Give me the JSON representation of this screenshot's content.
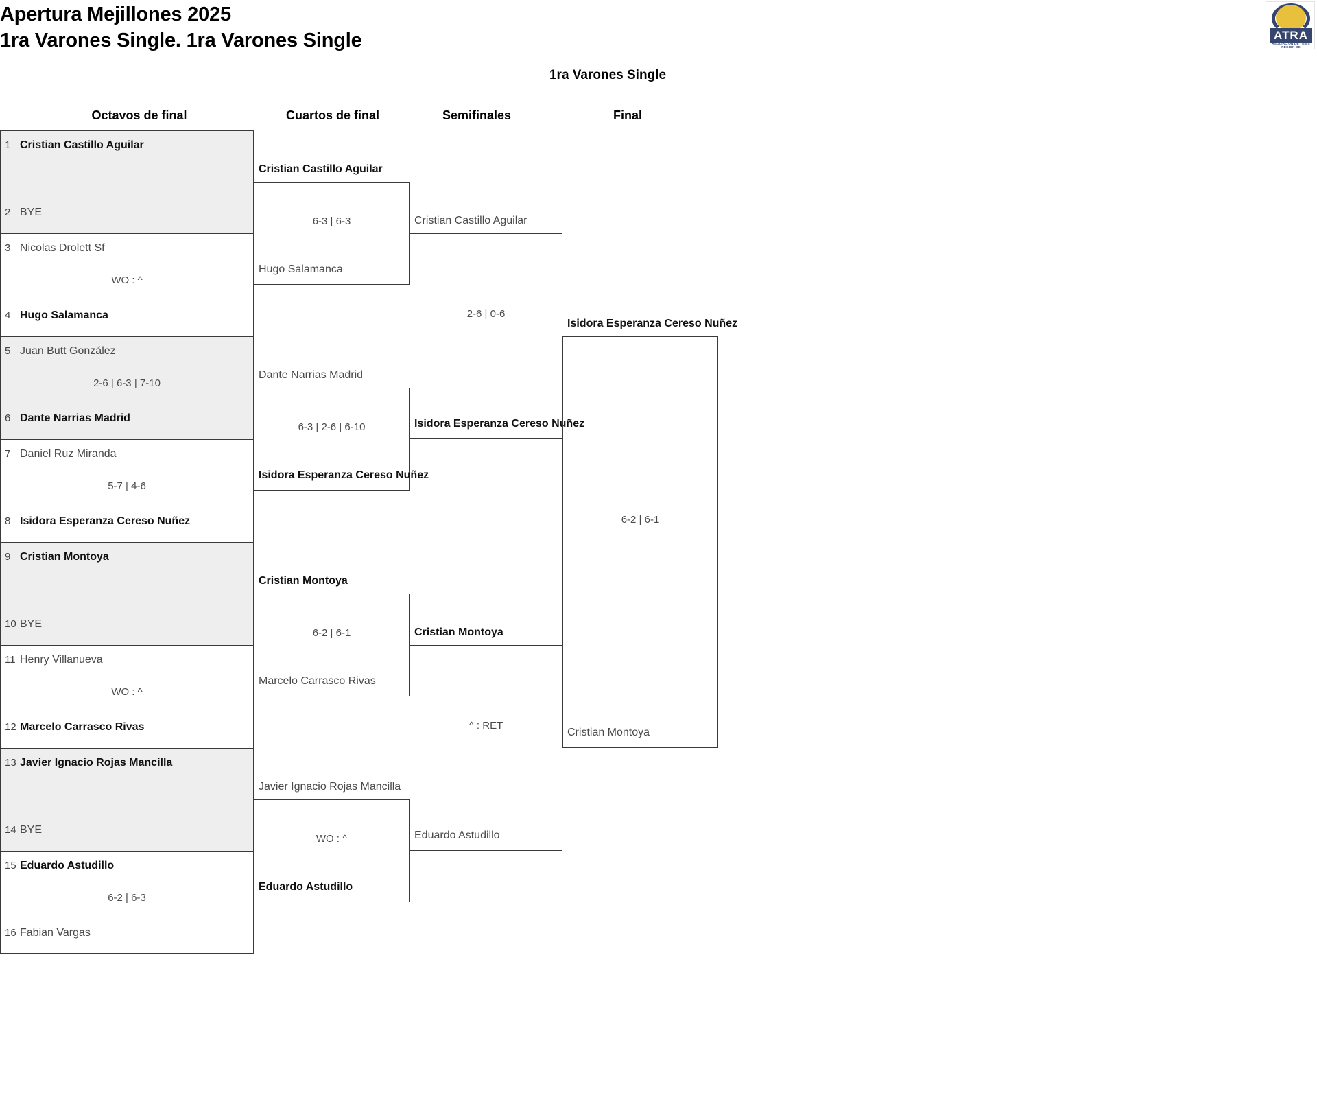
{
  "header": {
    "title_line1": "Apertura Mejillones 2025",
    "title_line2": "1ra Varones Single. 1ra Varones Single",
    "bracket_title": "1ra Varones Single",
    "logo": {
      "name": "atra-logo",
      "main_text": "ATRA",
      "sub_text": "ASOCIACION DE TENIS REGION DE ANTOFAGASTA"
    }
  },
  "rounds": [
    {
      "label": "Octavos de final"
    },
    {
      "label": "Cuartos de final"
    },
    {
      "label": "Semifinales"
    },
    {
      "label": "Final"
    }
  ],
  "round1": [
    {
      "shaded": true,
      "top": {
        "seed": "1",
        "name": "Cristian Castillo Aguilar",
        "winner": true
      },
      "bottom": {
        "seed": "2",
        "name": "BYE",
        "winner": false
      },
      "score": ""
    },
    {
      "shaded": false,
      "top": {
        "seed": "3",
        "name": "Nicolas Drolett Sf",
        "winner": false
      },
      "bottom": {
        "seed": "4",
        "name": "Hugo Salamanca",
        "winner": true
      },
      "score": "WO : ^"
    },
    {
      "shaded": true,
      "top": {
        "seed": "5",
        "name": "Juan Butt González",
        "winner": false
      },
      "bottom": {
        "seed": "6",
        "name": "Dante Narrias Madrid",
        "winner": true
      },
      "score": "2-6 | 6-3 | 7-10"
    },
    {
      "shaded": false,
      "top": {
        "seed": "7",
        "name": "Daniel Ruz Miranda",
        "winner": false
      },
      "bottom": {
        "seed": "8",
        "name": "Isidora Esperanza Cereso Nuñez",
        "winner": true
      },
      "score": "5-7 | 4-6"
    },
    {
      "shaded": true,
      "top": {
        "seed": "9",
        "name": "Cristian Montoya",
        "winner": true
      },
      "bottom": {
        "seed": "10",
        "name": "BYE",
        "winner": false
      },
      "score": ""
    },
    {
      "shaded": false,
      "top": {
        "seed": "11",
        "name": "Henry Villanueva",
        "winner": false
      },
      "bottom": {
        "seed": "12",
        "name": "Marcelo Carrasco Rivas",
        "winner": true
      },
      "score": "WO : ^"
    },
    {
      "shaded": true,
      "top": {
        "seed": "13",
        "name": "Javier Ignacio Rojas Mancilla",
        "winner": true
      },
      "bottom": {
        "seed": "14",
        "name": "BYE",
        "winner": false
      },
      "score": ""
    },
    {
      "shaded": false,
      "top": {
        "seed": "15",
        "name": "Eduardo Astudillo",
        "winner": true
      },
      "bottom": {
        "seed": "16",
        "name": "Fabian Vargas",
        "winner": false
      },
      "score": "6-2 | 6-3"
    }
  ],
  "round2": [
    {
      "top": "Cristian Castillo Aguilar",
      "top_winner": true,
      "bottom": "Hugo Salamanca",
      "bottom_winner": false,
      "score": "6-3 | 6-3"
    },
    {
      "top": "Dante Narrias Madrid",
      "top_winner": false,
      "bottom": "Isidora Esperanza Cereso Nuñez",
      "bottom_winner": true,
      "score": "6-3 | 2-6 | 6-10"
    },
    {
      "top": "Cristian Montoya",
      "top_winner": true,
      "bottom": "Marcelo Carrasco Rivas",
      "bottom_winner": false,
      "score": "6-2 | 6-1"
    },
    {
      "top": "Javier Ignacio Rojas Mancilla",
      "top_winner": false,
      "bottom": "Eduardo Astudillo",
      "bottom_winner": true,
      "score": "WO : ^"
    }
  ],
  "round3": [
    {
      "top": "Cristian Castillo Aguilar",
      "top_winner": false,
      "bottom": "Isidora Esperanza Cereso Nuñez",
      "bottom_winner": true,
      "score": "2-6 | 0-6"
    },
    {
      "top": "Cristian Montoya",
      "top_winner": true,
      "bottom": "Eduardo Astudillo",
      "bottom_winner": false,
      "score": "^ : RET"
    }
  ],
  "round4": [
    {
      "top": "Isidora Esperanza Cereso Nuñez",
      "top_winner": true,
      "bottom": "Cristian Montoya",
      "bottom_winner": false,
      "score": "6-2 | 6-1"
    }
  ],
  "colors": {
    "shade": "#eeeeee",
    "line": "#3a3a3a",
    "winner_text": "#111111",
    "loser_text": "#4a4a4a",
    "logo_navy": "#36456e",
    "logo_yellow": "#e8c03c"
  }
}
